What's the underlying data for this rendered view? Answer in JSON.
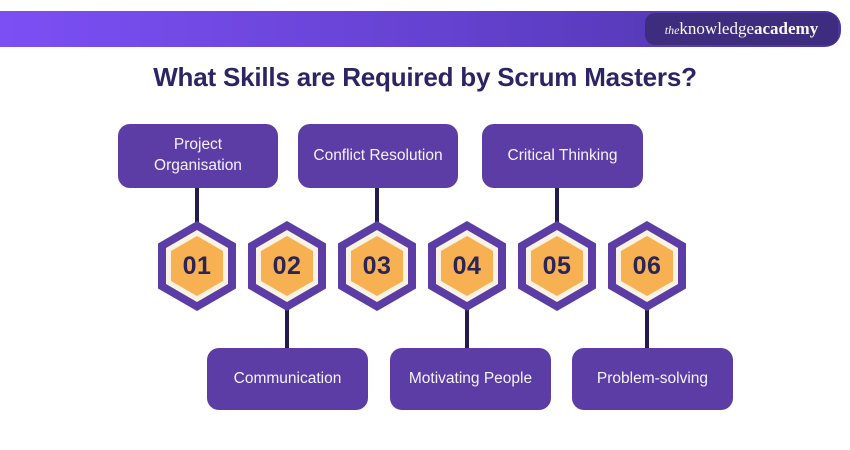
{
  "header": {
    "logo": {
      "the": "the",
      "knowledge": "knowledge",
      "academy": "academy"
    }
  },
  "title": "What Skills are Required by Scrum Masters?",
  "skills": [
    {
      "number": "01",
      "label": "Project Organisation",
      "position": "top"
    },
    {
      "number": "02",
      "label": "Communication",
      "position": "bottom"
    },
    {
      "number": "03",
      "label": "Conflict Resolution",
      "position": "top"
    },
    {
      "number": "04",
      "label": "Motivating People",
      "position": "bottom"
    },
    {
      "number": "05",
      "label": "Critical Thinking",
      "position": "top"
    },
    {
      "number": "06",
      "label": "Problem-solving",
      "position": "bottom"
    }
  ],
  "colors": {
    "header_gradient_start": "#7C4FF5",
    "header_gradient_end": "#4B34A6",
    "logo_chip": "#3E2C7E",
    "box_purple": "#5B3DA5",
    "hex_ring_cream": "#FAF3E4",
    "hex_orange": "#F8B152",
    "dark_navy_text": "#2D2563",
    "connector": "#221B4E"
  }
}
